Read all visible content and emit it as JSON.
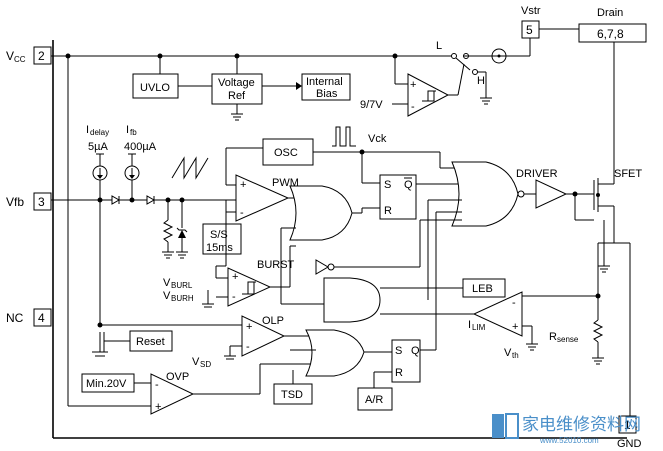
{
  "pins": {
    "vcc_label": "V",
    "vcc_sub": "CC",
    "vcc_num": "2",
    "vfb_label": "Vfb",
    "vfb_num": "3",
    "nc_label": "NC",
    "nc_num": "4",
    "vstr_label": "Vstr",
    "vstr_num": "5",
    "drain_label": "Drain",
    "drain_num": "6,7,8",
    "gnd_num": "1",
    "gnd_label": "GND"
  },
  "blocks": {
    "uvlo": "UVLO",
    "vref_1": "Voltage",
    "vref_2": "Ref",
    "bias_1": "Internal",
    "bias_2": "Bias",
    "osc": "OSC",
    "pwm": "PWM",
    "ss_1": "S/S",
    "ss_2": "15ms",
    "burst": "BURST",
    "olp": "OLP",
    "reset": "Reset",
    "min20v": "Min.20V",
    "ovp": "OVP",
    "tsd": "TSD",
    "ar": "A/R",
    "leb": "LEB",
    "driver": "DRIVER",
    "sfet": "SFET"
  },
  "labels": {
    "idelay": "I",
    "idelay_sub": "delay",
    "idelay_val": "5µA",
    "ifb": "I",
    "ifb_sub": "fb",
    "ifb_val": "400µA",
    "vck": "Vck",
    "v97": "9/7V",
    "sw_l": "L",
    "sw_h": "H",
    "vburl": "V",
    "vburl_sub": "BURL",
    "vburh": "V",
    "vburh_sub": "BURH",
    "vsd": "V",
    "vsd_sub": "SD",
    "ilim": "I",
    "ilim_sub": "LIM",
    "vth": "V",
    "vth_sub": "th",
    "rsense": "R",
    "rsense_sub": "sense",
    "ff1_s": "S",
    "ff1_r": "R",
    "ff1_q": "Q",
    "ff2_s": "S",
    "ff2_r": "R",
    "ff2_q": "Q",
    "plus": "+",
    "minus": "-"
  },
  "watermark": {
    "cn": "家电维修资料网",
    "url": "www.52010.com"
  },
  "colors": {
    "line": "#000000",
    "watermark": "#4a8fc9"
  }
}
